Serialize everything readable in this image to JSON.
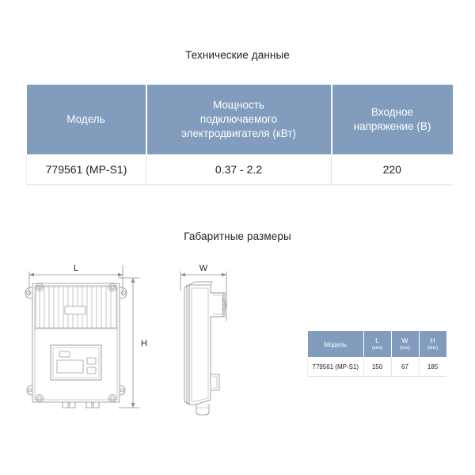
{
  "sections": {
    "tech_title": "Технические данные",
    "dims_title": "Габаритные размеры"
  },
  "colors": {
    "header_blue": "#819cbd",
    "header_text": "#ffffff",
    "body_text": "#231f20",
    "drawing_line": "#8c8c8c",
    "page_background": "#ffffff"
  },
  "spec_table": {
    "headers": {
      "model": "Модель",
      "power_line1": "Мощность",
      "power_line2": "подключаемого",
      "power_line3": "электродвигателя (кВт)",
      "voltage_line1": "Входное",
      "voltage_line2": "напряжение (В)"
    },
    "rows": [
      {
        "model": "779561 (МР-S1)",
        "power": "0.37 - 2.2",
        "voltage": "220"
      }
    ]
  },
  "dim_table": {
    "headers": {
      "model": "Модель",
      "l_letter": "L",
      "l_unit": "(мм)",
      "w_letter": "W",
      "w_unit": "(мм)",
      "h_letter": "H",
      "h_unit": "(мм)"
    },
    "rows": [
      {
        "model": "779561 (МР-S1)",
        "l": "150",
        "w": "67",
        "h": "185"
      }
    ]
  },
  "drawings": {
    "front_view": {
      "label_l": "L",
      "label_h": "H"
    },
    "side_view": {
      "label_w": "W"
    }
  }
}
